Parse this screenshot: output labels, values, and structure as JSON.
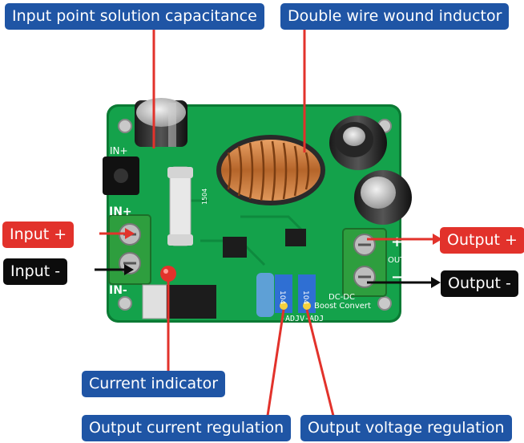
{
  "callouts": {
    "input_capacitance": "Input point solution capacitance",
    "inductor": "Double wire wound inductor",
    "input_plus": "Input +",
    "input_minus": "Input -",
    "output_plus": "Output +",
    "output_minus": "Output -",
    "current_indicator": "Current indicator",
    "current_regulation": "Output current regulation",
    "voltage_regulation": "Output voltage regulation"
  },
  "silkscreen": {
    "in_plus": "IN+",
    "in_minus": "IN-",
    "in_plus_top": "IN+",
    "plus": "+",
    "out": "OUT",
    "minus": "−",
    "dc_dc": "DC-DC",
    "boost": "Boost Convert",
    "adj": "-ADJV-ADJ",
    "pot_a": "104",
    "pot_b": "104",
    "part_code": "1504"
  },
  "colors": {
    "pcb": "#14a24b",
    "pcb_edge": "#0b7a34",
    "terminal": "#2e9e3e",
    "copper": "#c77a3a",
    "arrow_red": "#e2322b",
    "arrow_black": "#0c0c0c"
  }
}
